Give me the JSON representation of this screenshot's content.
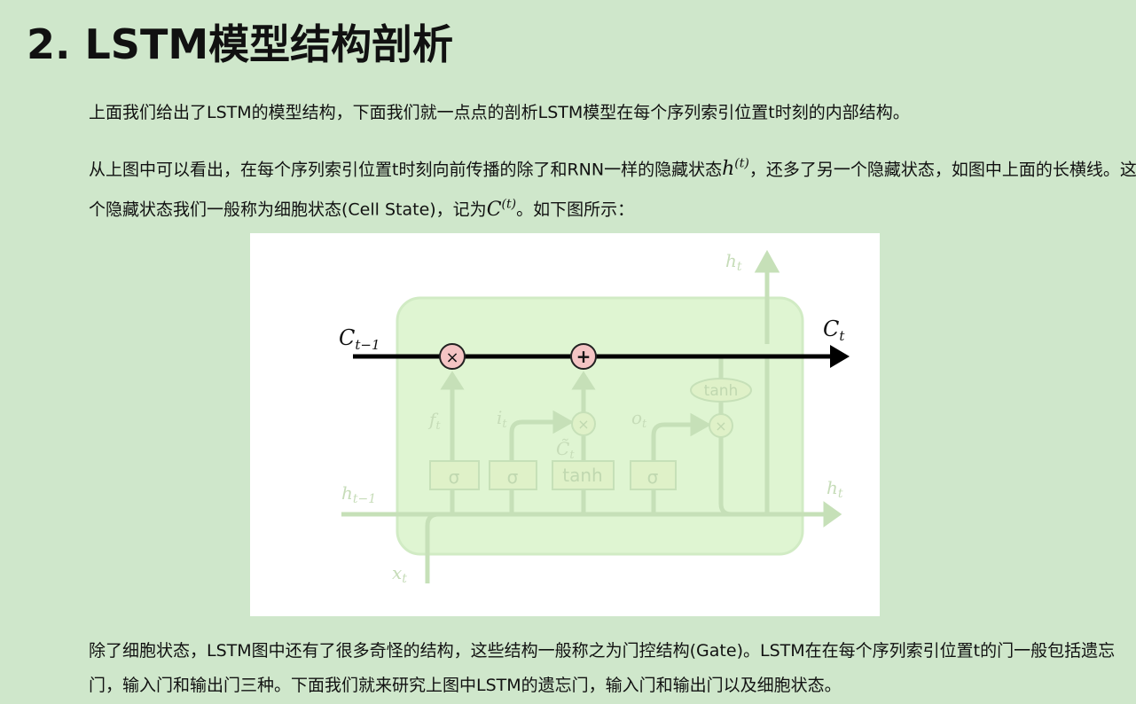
{
  "heading": "2. LSTM模型结构剖析",
  "paragraphs": {
    "p1": "上面我们给出了LSTM的模型结构，下面我们就一点点的剖析LSTM模型在每个序列索引位置t时刻的内部结构。",
    "p2_a": "从上图中可以看出，在每个序列索引位置t时刻向前传播的除了和RNN一样的隐藏状态",
    "p2_math1_base": "h",
    "p2_math1_sup": "(t)",
    "p2_b": "，还多了另一个隐藏状态，如图中上面的长横线。这个隐藏状态我们一般称为细胞状态(Cell State)，记为",
    "p2_math2_base": "C",
    "p2_math2_sup": "(t)",
    "p2_c": "。如下图所示：",
    "p3": "除了细胞状态，LSTM图中还有了很多奇怪的结构，这些结构一般称之为门控结构(Gate)。LSTM在在每个序列索引位置t的门一般包括遗忘门，输入门和输出门三种。下面我们就来研究上图中LSTM的遗忘门，输入门和输出门以及细胞状态。"
  },
  "figure": {
    "c_prev": "C",
    "c_prev_sub": "t−1",
    "c_t": "C",
    "c_t_sub": "t",
    "h_prev": "h",
    "h_prev_sub": "t−1",
    "h_t_top": "h",
    "h_t_top_sub": "t",
    "h_t_right": "h",
    "h_t_right_sub": "t",
    "x_t": "x",
    "x_t_sub": "t",
    "f_t": "f",
    "f_t_sub": "t",
    "i_t": "i",
    "i_t_sub": "t",
    "o_t": "o",
    "o_t_sub": "t",
    "c_tilde": "C̃",
    "c_tilde_sub": "t",
    "gates": [
      "σ",
      "σ",
      "tanh",
      "σ"
    ],
    "tanh_out": "tanh",
    "mult_op": "×",
    "add_op": "+"
  },
  "colors": {
    "background": "#cfe7cb",
    "cell_box": "#dff5d2",
    "faded": "#c6e0b8",
    "op_circle": "#f4c4c4"
  }
}
